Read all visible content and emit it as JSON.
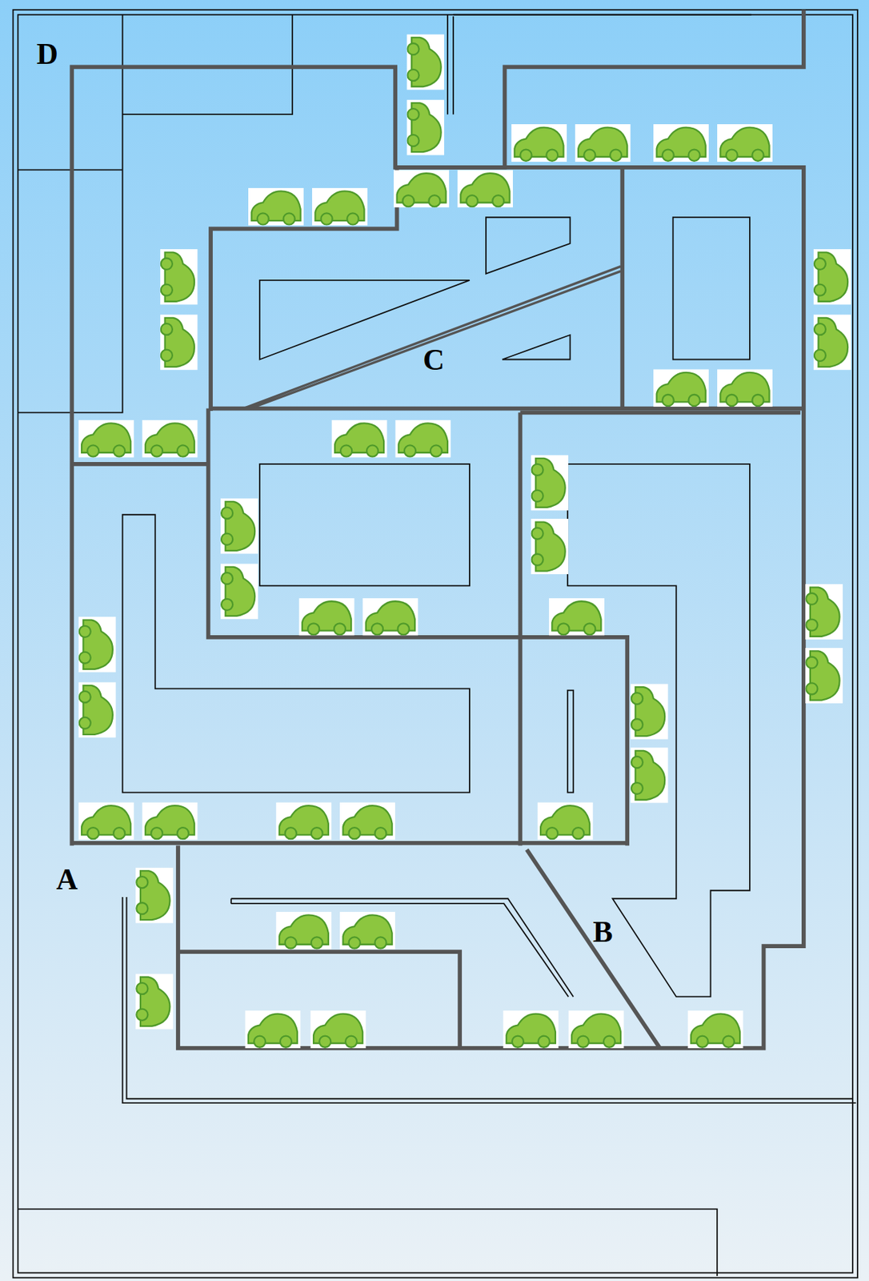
{
  "diagram": {
    "labels": [
      "D",
      "C",
      "A",
      "B"
    ]
  }
}
